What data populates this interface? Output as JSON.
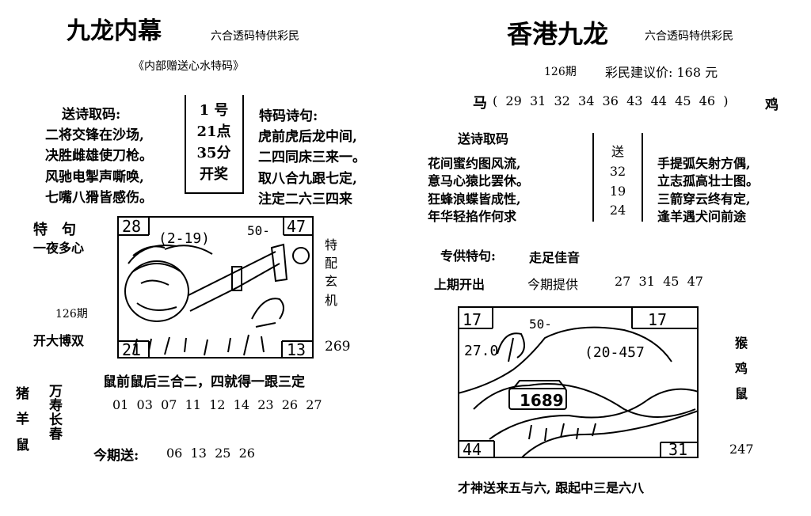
{
  "left": {
    "title": "九龙内幕",
    "subtitle": "六合透码特供彩民",
    "tagline": "《内部赠送心水特码》",
    "poem_label": "送诗取码:",
    "poem_lines": [
      "二将交锋在沙场,",
      "决胜雌雄使刀枪。",
      "风驰电掣声嘶唤,",
      "七嘴八猾皆感伤。"
    ],
    "time_box": [
      "1 号",
      "21点",
      "35分",
      "开奖"
    ],
    "code_poem_label": "特码诗句:",
    "code_poem_lines": [
      "虎前虎后龙中间,",
      "二四同床三来一。",
      "取八合九跟七定,",
      "注定二六三四来"
    ],
    "special_phrase_label": "特　句",
    "special_phrase": "一夜多心",
    "issue": "126期",
    "open_phrase": "开大博双",
    "right_vertical": [
      "特",
      "配",
      "玄",
      "机"
    ],
    "pic_corners": {
      "tl": "28",
      "tr": "47",
      "bl": "21",
      "br": "13"
    },
    "pic_scribble": "(2-19)",
    "pic_scribble2": "50-",
    "pic_number": "269",
    "rule_line": "鼠前鼠后三合二，四就得一跟三定",
    "numbers": "01  03  07  11  12  14  23  26  27",
    "zodiac_vertical": [
      "猪",
      "羊",
      "鼠"
    ],
    "longevity_vertical": [
      "万",
      "寿",
      "长",
      "春"
    ],
    "send_label": "今期送:",
    "send_numbers": "06  13  25  26"
  },
  "right": {
    "title": "香港九龙",
    "subtitle": "六合透码特供彩民",
    "issue": "126期",
    "price_label": "彩民建议价: 168 元",
    "horse_label": "马",
    "horse_numbers": "(  29  31  32  34  36  43  44  45  46  )",
    "chicken_label": "鸡",
    "poem_label": "送诗取码",
    "poem_lines": [
      "花间蜜约图风流,",
      "意马心猿比罢休。",
      "狂蜂浪蝶皆成性,",
      "年华轻掐作何求"
    ],
    "send_box": [
      "送",
      "32",
      "19",
      "24"
    ],
    "poem2_lines": [
      "手提弧矢射方偶,",
      "立志孤高壮士图。",
      "三箭穿云终有定,",
      "逢羊遇犬问前途"
    ],
    "special_label": "专供特句:",
    "special_phrase": "走足佳音",
    "last_label": "上期开出",
    "provide_label": "今期提供",
    "provide_numbers": "27  31  45  47",
    "pic_corners": {
      "tl": "17",
      "tr": "17",
      "bl": "44",
      "br": "31"
    },
    "pic_scribble": "(20-457",
    "pic_scribble2": "50-",
    "pic_scribble3": "27.0",
    "pic_building": "1689",
    "zodiac_vertical": [
      "猴",
      "鸡",
      "鼠"
    ],
    "pic_number": "247",
    "bottom_line": "才神送来五与六, 跟起中三是六八"
  }
}
